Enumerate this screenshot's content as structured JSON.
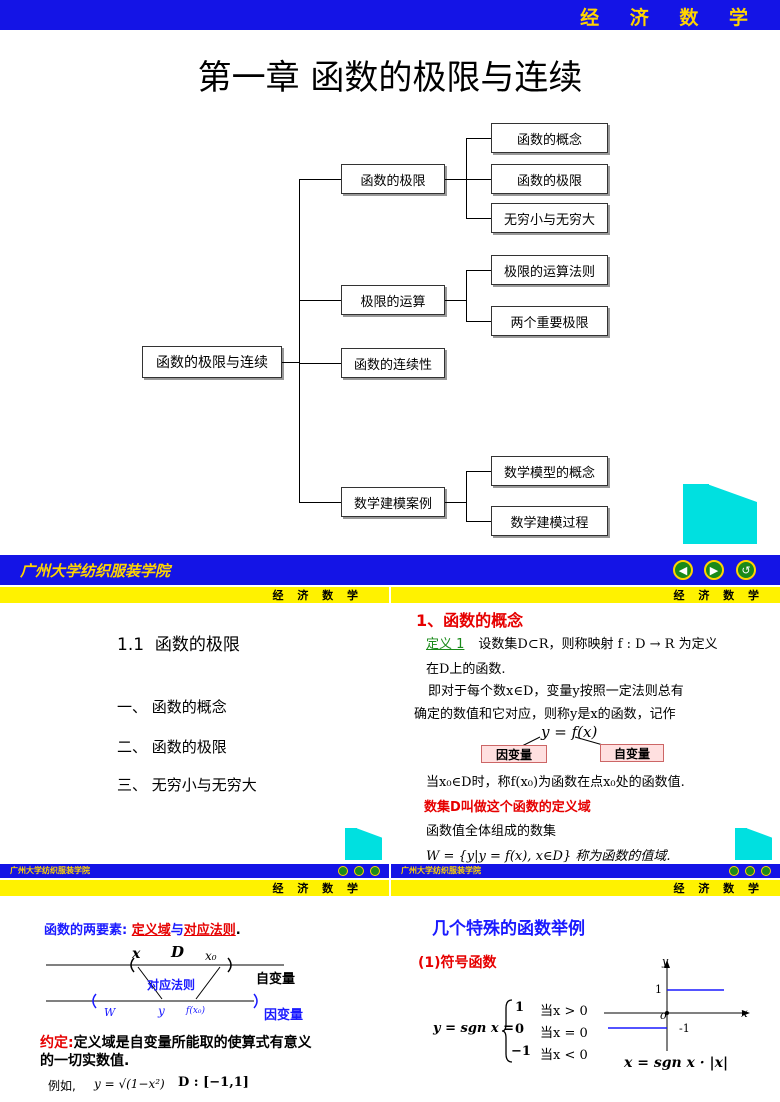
{
  "slide1": {
    "header_label": "经 济 数 学",
    "title": "第一章 函数的极限与连续",
    "root": "函数的极限与连续",
    "branches": [
      {
        "label": "函数的极限",
        "children": [
          "函数的概念",
          "函数的极限",
          "无穷小与无穷大"
        ]
      },
      {
        "label": "极限的运算",
        "children": [
          "极限的运算法则",
          "两个重要极限"
        ]
      },
      {
        "label": "函数的连续性",
        "children": []
      },
      {
        "label": "数学建模案例",
        "children": [
          "数学模型的概念",
          "数学建模过程"
        ]
      }
    ],
    "footer_label": "广州大学纺织服装学院",
    "nav": [
      "◀",
      "▶",
      "↺"
    ]
  },
  "slide2": {
    "header_label": "经 济 数 学",
    "section": "1.1  函数的极限",
    "items": [
      "一、 函数的概念",
      "二、 函数的极限",
      "三、 无穷小与无穷大"
    ],
    "footer_label": "广州大学纺织服装学院"
  },
  "slide3": {
    "header_label": "经 济 数 学",
    "heading": "1、函数的概念",
    "def_label": "定义 1",
    "def_text1": "设数集D⊂R，则称映射 f : D → R 为定义",
    "def_text2": "在D上的函数.",
    "def_text3": "即对于每个数x∈D，变量y按照一定法则总有",
    "def_text4": "确定的数值和它对应，则称y是x的函数，记作",
    "formula": "y = f(x)",
    "tag_left": "因变量",
    "tag_right": "自变量",
    "value_text": "当x₀∈D时，称f(x₀)为函数在点x₀处的函数值.",
    "domain_text": "数集D叫做这个函数的定义域",
    "range_text1": "函数值全体组成的数集",
    "range_text2": "W = {y|y = f(x), x∈D} 称为函数的值域.",
    "footer_label": "广州大学纺织服装学院"
  },
  "slide4": {
    "header_label": "经 济 数 学",
    "elements_prefix": "函数的两要素: ",
    "elements_domain": "定义域",
    "elements_and": "与",
    "elements_rule": "对应法则",
    "elements_end": ".",
    "diag_x": "x",
    "diag_D": "D",
    "diag_x0": "x₀",
    "diag_rule": "对应法则",
    "diag_indep": "自变量",
    "diag_W": "W",
    "diag_y": "y",
    "diag_fx0": "f(x₀)",
    "diag_dep": "因变量",
    "convention_label": "约定:",
    "convention_text": "定义域是自变量所能取的使算式有意义",
    "convention_text2": "的一切实数值.",
    "example_label": "例如,",
    "example_formula": "y = √(1−x²)",
    "example_domain": "D : [−1,1]"
  },
  "slide5": {
    "header_label": "经 济 数 学",
    "heading": "几个特殊的函数举例",
    "subheading": "(1)符号函数",
    "lhs": "y = sgn x =",
    "cases": [
      {
        "value": "1",
        "cond": "当x > 0"
      },
      {
        "value": "0",
        "cond": "当x = 0"
      },
      {
        "value": "−1",
        "cond": "当x < 0"
      }
    ],
    "axis_y": "y",
    "axis_x": "x",
    "tick_1": "1",
    "tick_neg1": "-1",
    "origin": "o",
    "identity": "x = sgn x · |x|"
  }
}
